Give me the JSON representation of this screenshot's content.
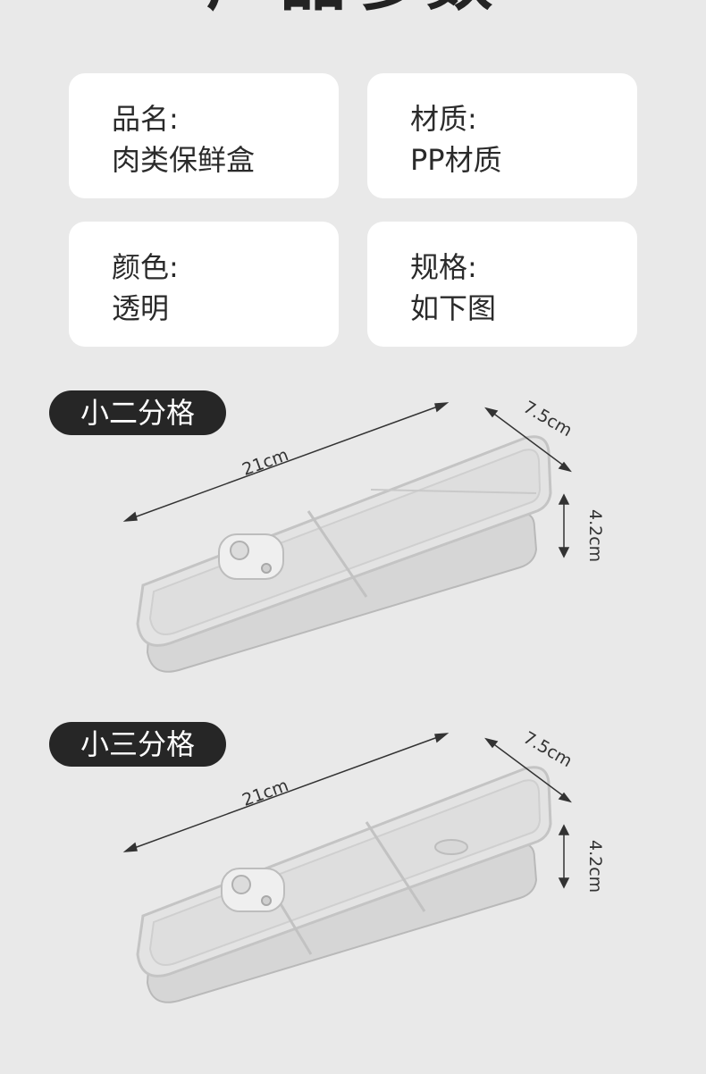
{
  "page": {
    "title": "产品参数"
  },
  "specs": [
    {
      "key": "品名:",
      "value": "肉类保鲜盒"
    },
    {
      "key": "材质:",
      "value": "PP材质"
    },
    {
      "key": "颜色:",
      "value": "透明"
    },
    {
      "key": "规格:",
      "value": "如下图"
    }
  ],
  "products": [
    {
      "label": "小二分格",
      "length": "21cm",
      "width": "7.5cm",
      "height": "4.2cm",
      "compartments": 2
    },
    {
      "label": "小三分格",
      "length": "21cm",
      "width": "7.5cm",
      "height": "4.2cm",
      "compartments": 3
    }
  ],
  "colors": {
    "background": "#e9e9e9",
    "card": "#ffffff",
    "pill": "#262626"
  }
}
